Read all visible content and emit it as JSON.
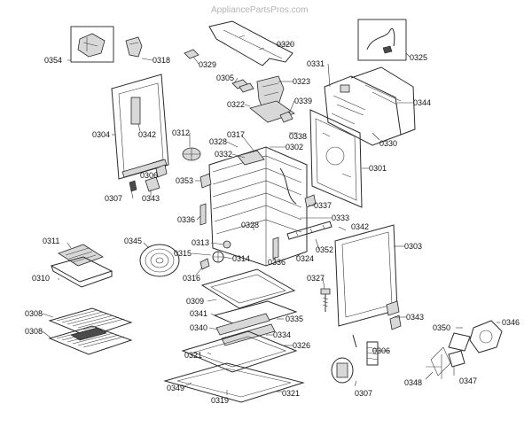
{
  "watermark": "AppliancePartsPros.com",
  "labels": {
    "p0320": "0320",
    "p0354": "0354",
    "p0318": "0318",
    "p0329": "0329",
    "p0325": "0325",
    "p0331": "0331",
    "p0305": "0305",
    "p0323": "0323",
    "p0339": "0339",
    "p0322": "0322",
    "p0344": "0344",
    "p0304": "0304",
    "p0342a": "0342",
    "p0312": "0312",
    "p0328a": "0328",
    "p0317": "0317",
    "p0332": "0332",
    "p0302": "0302",
    "p0338": "0338",
    "p0330": "0330",
    "p0301": "0301",
    "p0306a": "0306",
    "p0353": "0353",
    "p0307a": "0307",
    "p0343a": "0343",
    "p0337": "0337",
    "p0336a": "0336",
    "p0333": "0333",
    "p0328b": "0328",
    "p0342b": "0342",
    "p0303": "0303",
    "p0311": "0311",
    "p0345": "0345",
    "p0313": "0313",
    "p0315": "0315",
    "p0314": "0314",
    "p0336b": "0336",
    "p0324": "0324",
    "p0352": "0352",
    "p0310": "0310",
    "p0316": "0316",
    "p0327": "0327",
    "p0309": "0309",
    "p0341": "0341",
    "p0335": "0335",
    "p0343b": "0343",
    "p0350": "0350",
    "p0346": "0346",
    "p0308a": "0308",
    "p0308b": "0308",
    "p0340": "0340",
    "p0334": "0334",
    "p0326": "0326",
    "p0306b": "0306",
    "p0321a": "0321",
    "p0349": "0349",
    "p0319": "0319",
    "p0321b": "0321",
    "p0307b": "0307",
    "p0348": "0348",
    "p0347": "0347"
  }
}
